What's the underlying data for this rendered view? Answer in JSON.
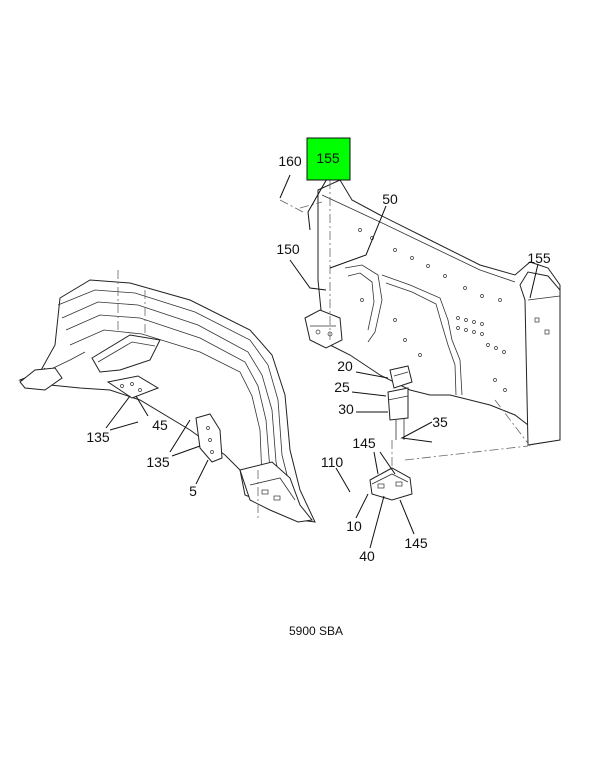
{
  "diagram": {
    "caption": "5900 SBA",
    "highlight_color": "#00ff00",
    "callouts": [
      {
        "id": "c160",
        "text": "160"
      },
      {
        "id": "c155-highlight",
        "text": "155",
        "highlighted": true
      },
      {
        "id": "c50",
        "text": "50"
      },
      {
        "id": "c150",
        "text": "150"
      },
      {
        "id": "c155-right",
        "text": "155"
      },
      {
        "id": "c20",
        "text": "20"
      },
      {
        "id": "c25",
        "text": "25"
      },
      {
        "id": "c30",
        "text": "30"
      },
      {
        "id": "c35",
        "text": "35"
      },
      {
        "id": "c145-upper",
        "text": "145"
      },
      {
        "id": "c110",
        "text": "110"
      },
      {
        "id": "c10",
        "text": "10"
      },
      {
        "id": "c40",
        "text": "40"
      },
      {
        "id": "c145-lower",
        "text": "145"
      },
      {
        "id": "c135-left",
        "text": "135"
      },
      {
        "id": "c45",
        "text": "45"
      },
      {
        "id": "c135-mid",
        "text": "135"
      },
      {
        "id": "c5",
        "text": "5"
      }
    ]
  }
}
